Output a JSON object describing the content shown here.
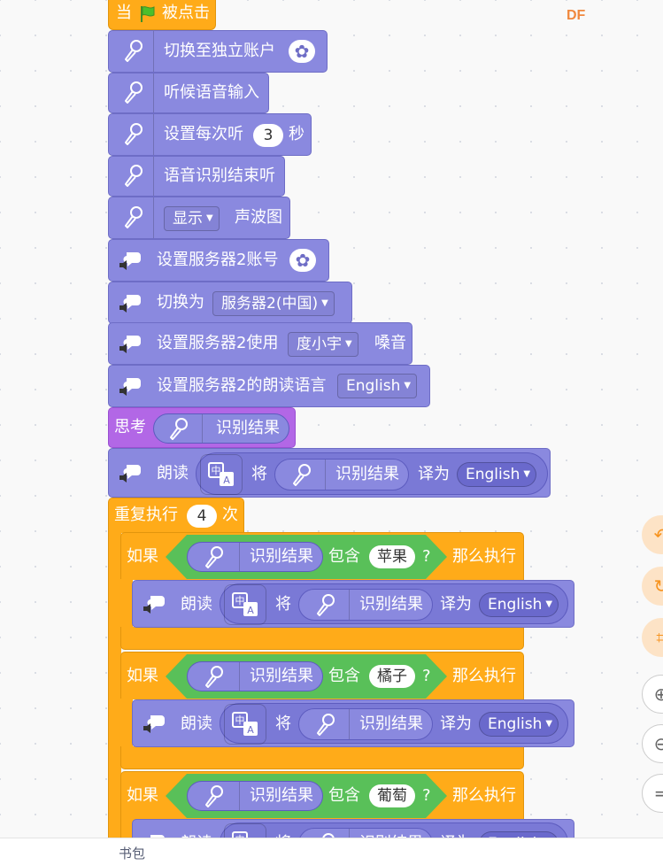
{
  "brand": {
    "logo": "DF",
    "color": "#f0883e"
  },
  "colors": {
    "extension": "#8a89df",
    "looks": "#b267e6",
    "control": "#ffab19",
    "operator": "#59c059"
  },
  "script": {
    "hat": {
      "before": "当",
      "after": "被点击",
      "icon": "green-flag-icon"
    },
    "b1": {
      "text": "切换至独立账户",
      "icon": "microphone-icon"
    },
    "b2": {
      "text": "听候语音输入",
      "icon": "microphone-icon"
    },
    "b3": {
      "before": "设置每次听",
      "value": "3",
      "after": "秒"
    },
    "b4": {
      "text": "语音识别结束听"
    },
    "b5": {
      "dropdown": "显示",
      "after": "声波图"
    },
    "b6": {
      "text": "设置服务器2账号",
      "icon": "speaker-icon"
    },
    "b7": {
      "before": "切换为",
      "dropdown": "服务器2(中国)"
    },
    "b8": {
      "before": "设置服务器2使用",
      "dropdown": "度小宇",
      "after": "嗓音"
    },
    "b9": {
      "before": "设置服务器2的朗读语言",
      "dropdown": "English"
    },
    "think": {
      "label": "思考",
      "reporter": "识别结果"
    },
    "speak": {
      "label": "朗读",
      "jiang": "将",
      "reporter": "识别结果",
      "yiwei": "译为",
      "lang": "English"
    },
    "repeat": {
      "before": "重复执行",
      "count": "4",
      "after": "次"
    },
    "ifs": [
      {
        "ruguo": "如果",
        "reporter": "识别结果",
        "contains": "包含",
        "value": "苹果",
        "q": "?",
        "then": "那么执行"
      },
      {
        "ruguo": "如果",
        "reporter": "识别结果",
        "contains": "包含",
        "value": "橘子",
        "q": "?",
        "then": "那么执行"
      },
      {
        "ruguo": "如果",
        "reporter": "识别结果",
        "contains": "包含",
        "value": "葡萄",
        "q": "?",
        "then": "那么执行"
      }
    ],
    "inner_speak": {
      "label": "朗读",
      "jiang": "将",
      "reporter": "识别结果",
      "yiwei": "译为",
      "lang": "English"
    }
  },
  "bottom": {
    "label": "书包"
  }
}
